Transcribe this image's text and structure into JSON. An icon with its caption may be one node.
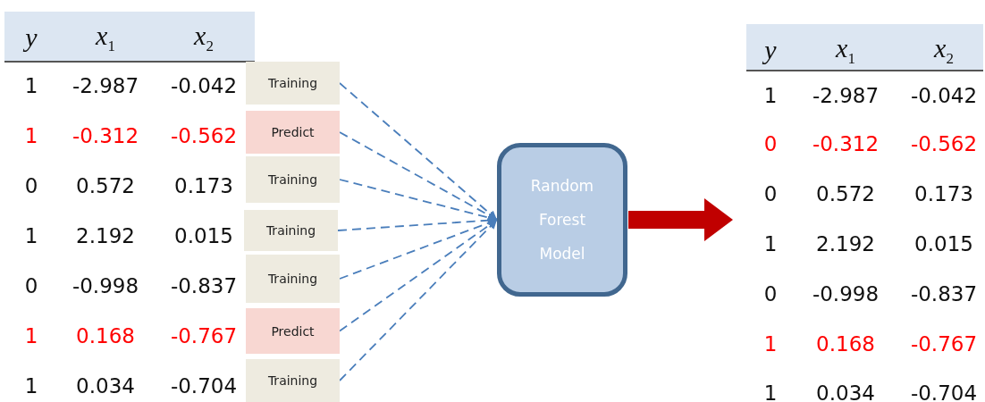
{
  "diagram": {
    "nodes": [
      {
        "text": [
          "Training"
        ]
      },
      {
        "text": [
          "Predict"
        ]
      },
      {
        "text": [
          "Training"
        ]
      },
      {
        "text": [
          "Training"
        ]
      },
      {
        "text": [
          "Training"
        ]
      },
      {
        "text": [
          "Predict"
        ]
      },
      {
        "text": [
          "Training"
        ]
      },
      {
        "text": [
          "Random Forest Model"
        ]
      }
    ],
    "edges": [
      {
        "from": 0,
        "to": 7,
        "arrow": "to",
        "style": "dashed"
      },
      {
        "from": 1,
        "to": 7,
        "arrow": "to",
        "style": "dashed"
      },
      {
        "from": 2,
        "to": 7,
        "arrow": "to",
        "style": "dashed"
      },
      {
        "from": 3,
        "to": 7,
        "arrow": "to",
        "style": "dashed"
      },
      {
        "from": 4,
        "to": 7,
        "arrow": "to",
        "style": "dashed"
      },
      {
        "from": 5,
        "to": 7,
        "arrow": "to",
        "style": "dashed"
      },
      {
        "from": 6,
        "to": 7,
        "arrow": "to",
        "style": "dashed"
      },
      {
        "from": 7,
        "to": null,
        "arrow": "to",
        "style": "thick",
        "color": "#c00000"
      }
    ],
    "labels": [
      "y",
      "x$_{1}$",
      "x$_{2}$",
      "1",
      "-2.987",
      "-0.042",
      "1",
      "-0.312",
      "-0.562",
      "0",
      "0.572",
      "0.173",
      "1",
      "2.192",
      "0.015",
      "0",
      "-0.998",
      "-0.837",
      "1",
      "0.168",
      "-0.767",
      "1",
      "0.034",
      "-0.704",
      "y",
      "x$_{1}$",
      "x$_{2}$",
      "1",
      "-2.987",
      "-0.042",
      "0",
      "-0.312",
      "-0.562",
      "0",
      "0.572",
      "0.173",
      "1",
      "2.192",
      "0.015",
      "0",
      "-0.998",
      "-0.837",
      "1",
      "0.168",
      "-0.767",
      "1",
      "0.034",
      "-0.704"
    ]
  }
}
